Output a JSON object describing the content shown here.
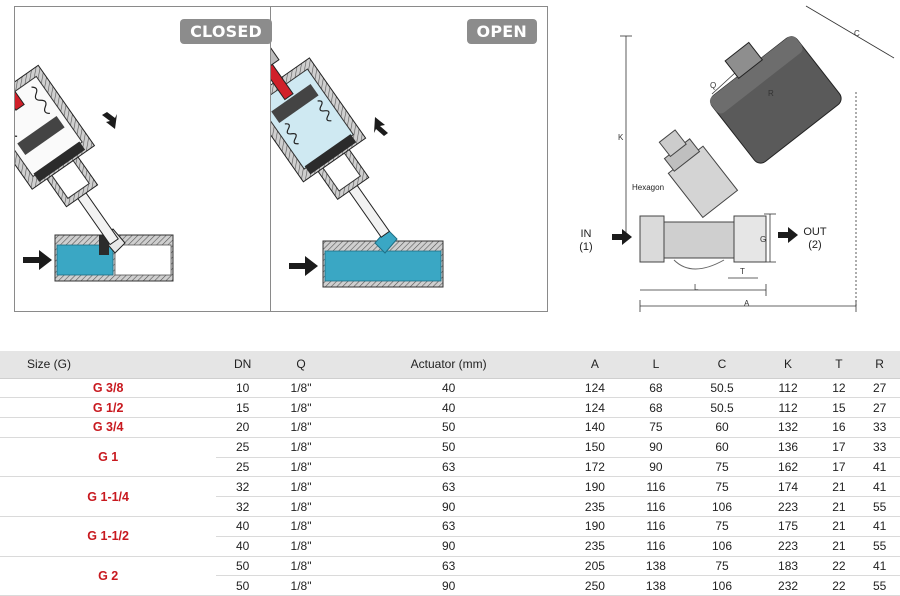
{
  "panels": {
    "closed": {
      "label": "CLOSED"
    },
    "open": {
      "label": "OPEN"
    }
  },
  "drawing": {
    "hexagon_label": "Hexagon",
    "in_label": "IN",
    "in_port": "(1)",
    "out_label": "OUT",
    "out_port": "(2)",
    "dims": {
      "A": "A",
      "L": "L",
      "K": "K",
      "C": "C",
      "Q": "Q",
      "R": "R",
      "G": "G",
      "T": "T"
    }
  },
  "colors": {
    "water": "#3aa7c4",
    "stem_red": "#d0202a",
    "size_red": "#c8191f",
    "header_gray": "#e5e5e5",
    "badge_gray": "#8c8c8c"
  },
  "table": {
    "headers": [
      "Size (G)",
      "DN",
      "Q",
      "Actuator (mm)",
      "A",
      "L",
      "C",
      "K",
      "T",
      "R"
    ],
    "rows": [
      {
        "size": "G 3/8",
        "span": 1,
        "cells": [
          "10",
          "1/8\"",
          "40",
          "124",
          "68",
          "50.5",
          "112",
          "12",
          "27"
        ]
      },
      {
        "size": "G 1/2",
        "span": 1,
        "cells": [
          "15",
          "1/8\"",
          "40",
          "124",
          "68",
          "50.5",
          "112",
          "15",
          "27"
        ]
      },
      {
        "size": "G 3/4",
        "span": 1,
        "cells": [
          "20",
          "1/8\"",
          "50",
          "140",
          "75",
          "60",
          "132",
          "16",
          "33"
        ]
      },
      {
        "size": "G 1",
        "span": 2,
        "cells": [
          "25",
          "1/8\"",
          "50",
          "150",
          "90",
          "60",
          "136",
          "17",
          "33"
        ]
      },
      {
        "size": null,
        "cells": [
          "25",
          "1/8\"",
          "63",
          "172",
          "90",
          "75",
          "162",
          "17",
          "41"
        ]
      },
      {
        "size": "G 1-1/4",
        "span": 2,
        "cells": [
          "32",
          "1/8\"",
          "63",
          "190",
          "116",
          "75",
          "174",
          "21",
          "41"
        ]
      },
      {
        "size": null,
        "cells": [
          "32",
          "1/8\"",
          "90",
          "235",
          "116",
          "106",
          "223",
          "21",
          "55"
        ]
      },
      {
        "size": "G 1-1/2",
        "span": 2,
        "cells": [
          "40",
          "1/8\"",
          "63",
          "190",
          "116",
          "75",
          "175",
          "21",
          "41"
        ]
      },
      {
        "size": null,
        "cells": [
          "40",
          "1/8\"",
          "90",
          "235",
          "116",
          "106",
          "223",
          "21",
          "55"
        ]
      },
      {
        "size": "G 2",
        "span": 2,
        "cells": [
          "50",
          "1/8\"",
          "63",
          "205",
          "138",
          "75",
          "183",
          "22",
          "41"
        ]
      },
      {
        "size": null,
        "cells": [
          "50",
          "1/8\"",
          "90",
          "250",
          "138",
          "106",
          "232",
          "22",
          "55"
        ]
      }
    ]
  }
}
